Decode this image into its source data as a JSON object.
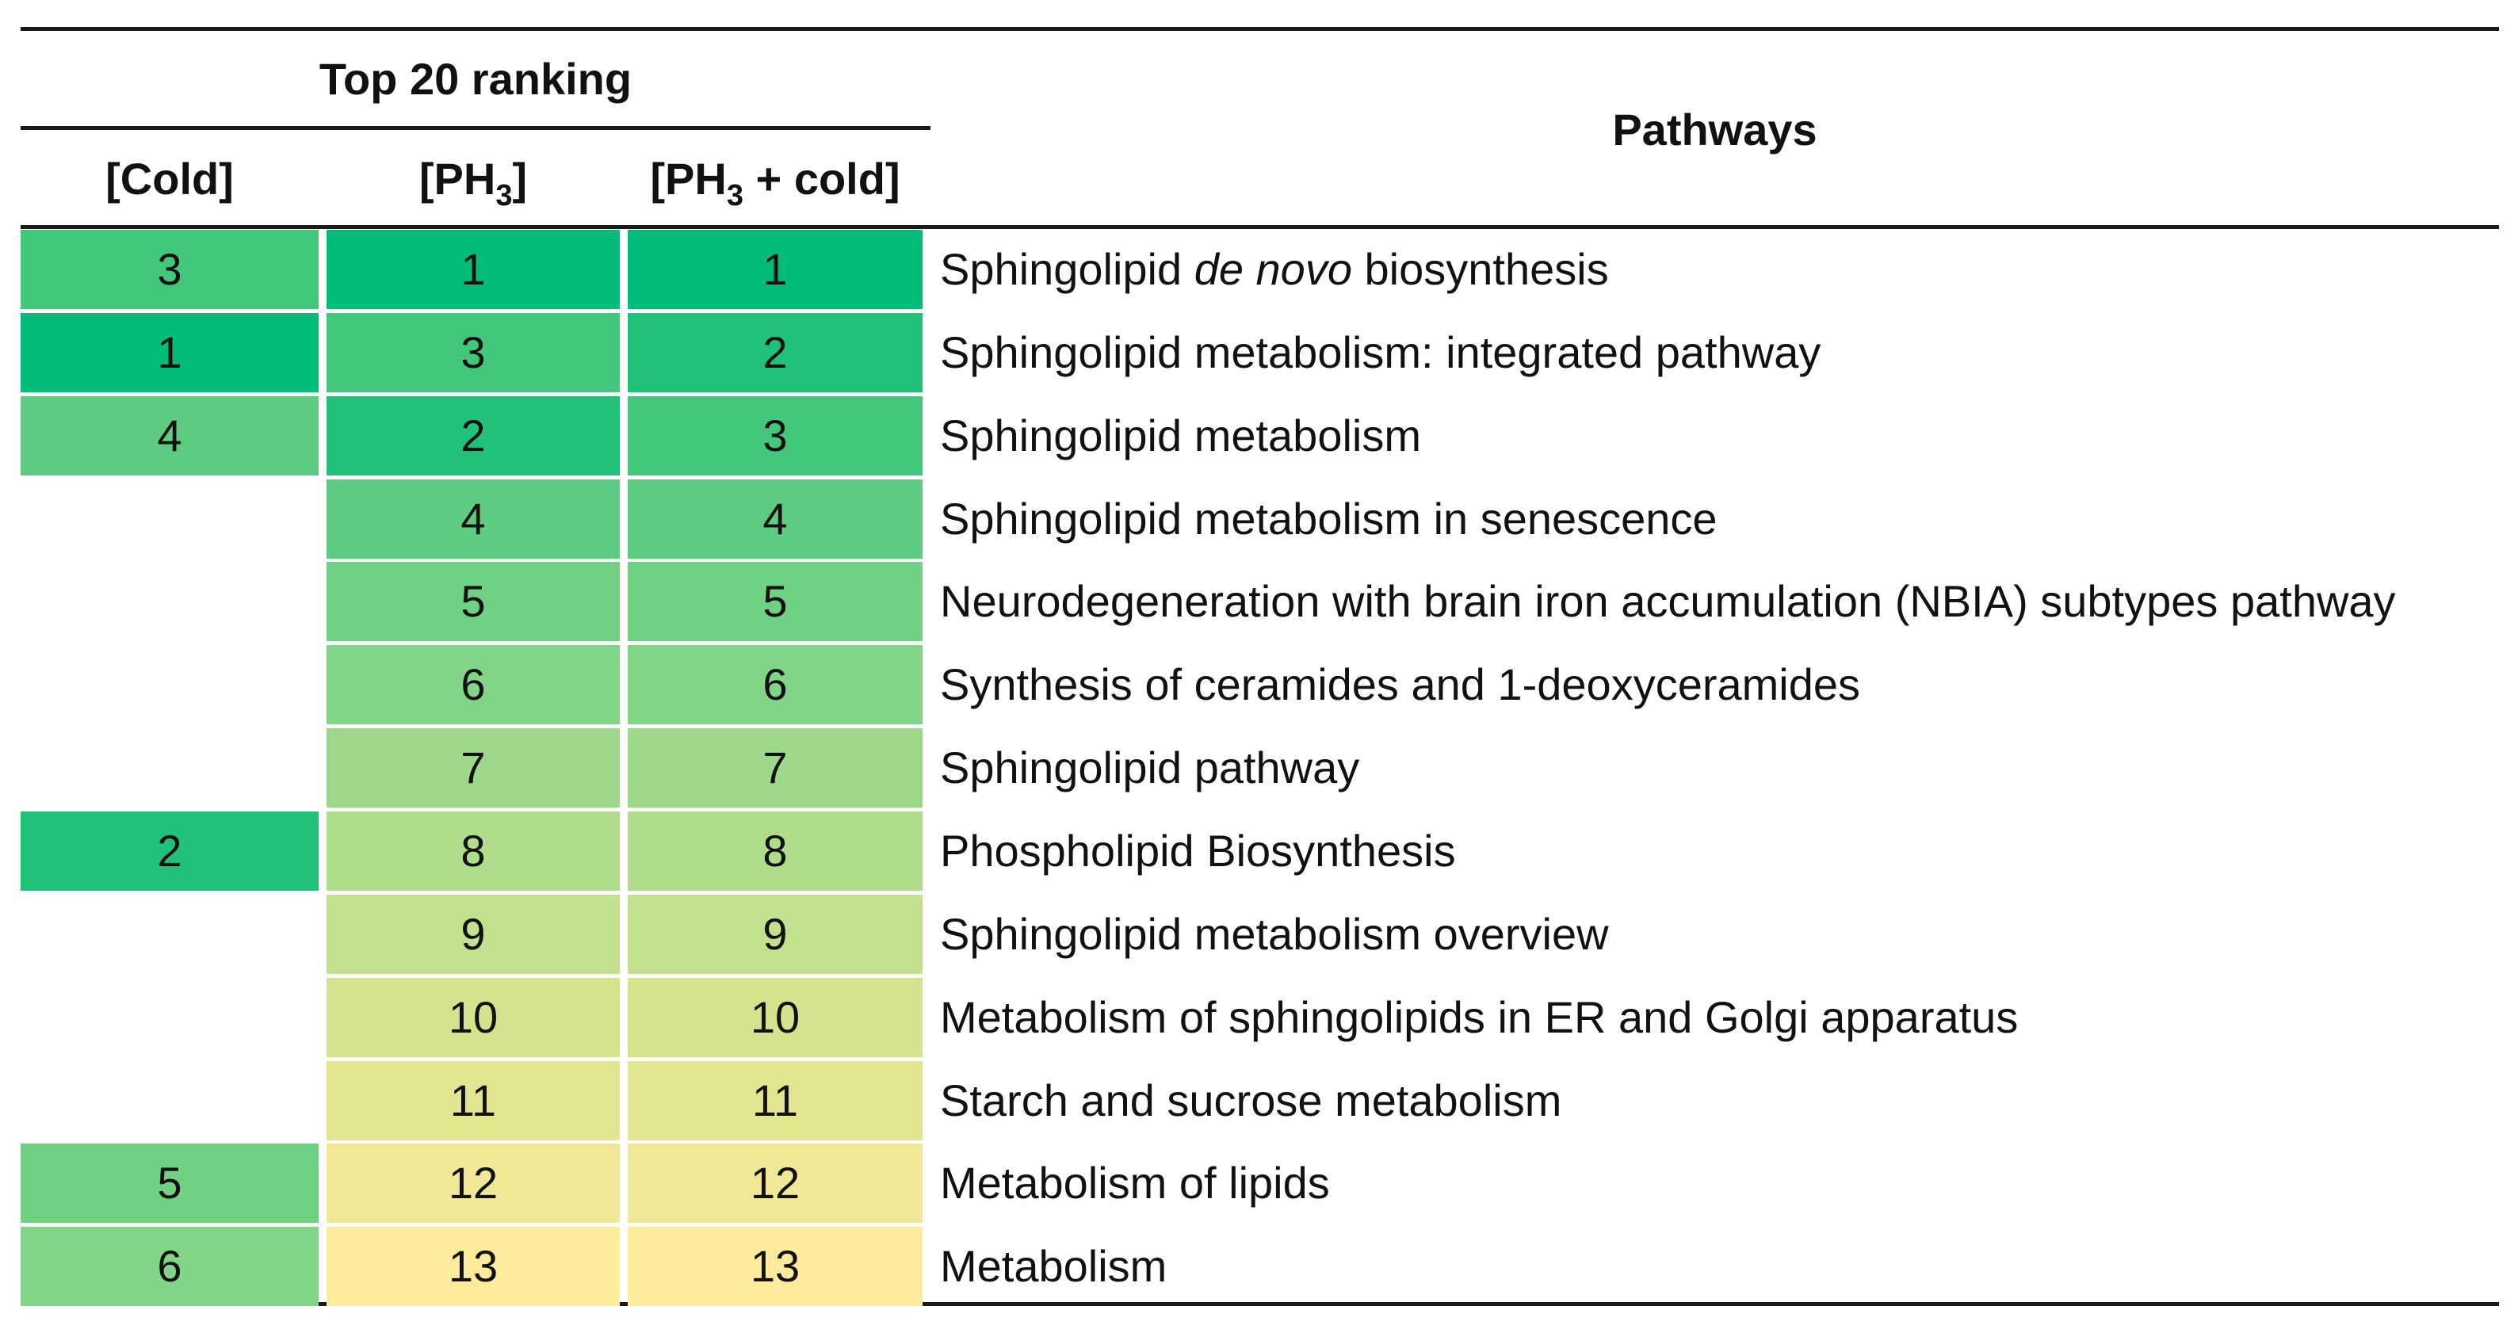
{
  "header": {
    "group_title": "Top 20 ranking",
    "col_cold": "[Cold]",
    "col_ph3_main": "[PH",
    "col_ph3_sub": "3",
    "col_ph3_end": "]",
    "col_ph3cold_main": "[PH",
    "col_ph3cold_sub": "3",
    "col_ph3cold_end": " + cold]",
    "col_pathways": "Pathways"
  },
  "colors": {
    "rank_1": "#00BC78",
    "rank_2": "#20C27A",
    "rank_3": "#42C77D",
    "rank_4": "#5ECC81",
    "rank_5": "#70D084",
    "rank_6": "#82D487",
    "rank_7": "#9ED88A",
    "rank_8": "#B0DC8C",
    "rank_9": "#C2E08D",
    "rank_10": "#D4E48E",
    "rank_11": "#E2E690",
    "rank_12": "#F0E897",
    "rank_13": "#FFEB9C",
    "rules": "#1a1a1a"
  },
  "chart_data": {
    "type": "table",
    "title": "",
    "columns": [
      "[Cold]",
      "[PH3]",
      "[PH3 + cold]",
      "Pathways"
    ],
    "rows": [
      {
        "cold": "3",
        "ph3": "1",
        "ph3_cold": "1",
        "pathway_pre": "Sphingolipid ",
        "pathway_italic": "de novo",
        "pathway_post": " biosynthesis"
      },
      {
        "cold": "1",
        "ph3": "3",
        "ph3_cold": "2",
        "pathway_pre": "Sphingolipid metabolism: integrated pathway",
        "pathway_italic": "",
        "pathway_post": ""
      },
      {
        "cold": "4",
        "ph3": "2",
        "ph3_cold": "3",
        "pathway_pre": "Sphingolipid metabolism",
        "pathway_italic": "",
        "pathway_post": ""
      },
      {
        "cold": "",
        "ph3": "4",
        "ph3_cold": "4",
        "pathway_pre": "Sphingolipid metabolism in senescence",
        "pathway_italic": "",
        "pathway_post": ""
      },
      {
        "cold": "",
        "ph3": "5",
        "ph3_cold": "5",
        "pathway_pre": "Neurodegeneration with brain iron accumulation (NBIA) subtypes pathway",
        "pathway_italic": "",
        "pathway_post": ""
      },
      {
        "cold": "",
        "ph3": "6",
        "ph3_cold": "6",
        "pathway_pre": "Synthesis of ceramides and 1-deoxyceramides",
        "pathway_italic": "",
        "pathway_post": ""
      },
      {
        "cold": "",
        "ph3": "7",
        "ph3_cold": "7",
        "pathway_pre": "Sphingolipid pathway",
        "pathway_italic": "",
        "pathway_post": ""
      },
      {
        "cold": "2",
        "ph3": "8",
        "ph3_cold": "8",
        "pathway_pre": "Phospholipid Biosynthesis",
        "pathway_italic": "",
        "pathway_post": ""
      },
      {
        "cold": "",
        "ph3": "9",
        "ph3_cold": "9",
        "pathway_pre": "Sphingolipid metabolism overview",
        "pathway_italic": "",
        "pathway_post": ""
      },
      {
        "cold": "",
        "ph3": "10",
        "ph3_cold": "10",
        "pathway_pre": "Metabolism of sphingolipids in ER and Golgi apparatus",
        "pathway_italic": "",
        "pathway_post": ""
      },
      {
        "cold": "",
        "ph3": "11",
        "ph3_cold": "11",
        "pathway_pre": "Starch and sucrose metabolism",
        "pathway_italic": "",
        "pathway_post": ""
      },
      {
        "cold": "5",
        "ph3": "12",
        "ph3_cold": "12",
        "pathway_pre": "Metabolism of lipids",
        "pathway_italic": "",
        "pathway_post": ""
      },
      {
        "cold": "6",
        "ph3": "13",
        "ph3_cold": "13",
        "pathway_pre": "Metabolism",
        "pathway_italic": "",
        "pathway_post": ""
      }
    ]
  }
}
